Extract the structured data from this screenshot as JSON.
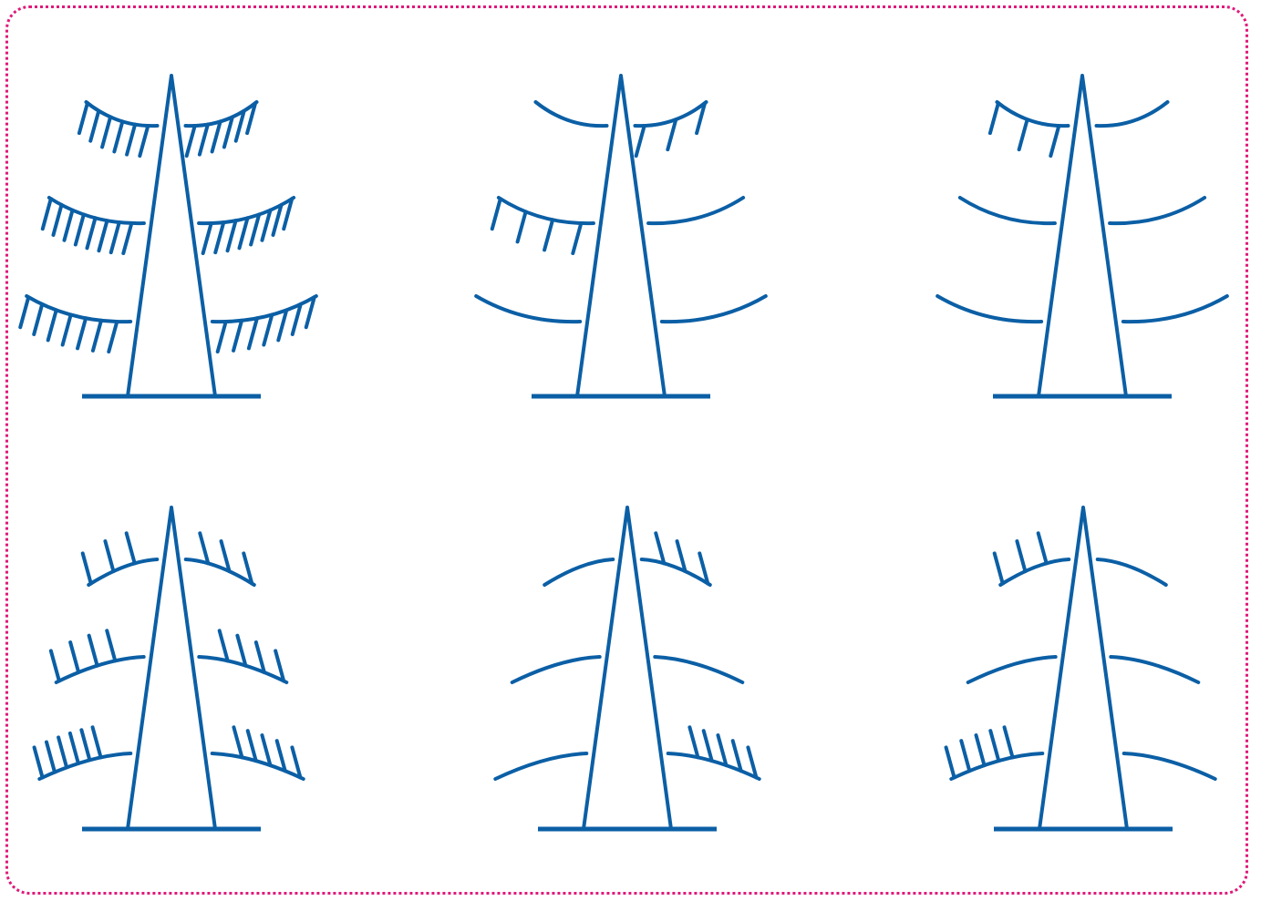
{
  "colors": {
    "stroke": "#0b5fa5",
    "border": "#e0197a",
    "background": "#ffffff"
  },
  "trees": [
    {
      "id": "tree-1",
      "shape": "drooping",
      "branches": [
        {
          "side": "left",
          "level": 1,
          "ticks": 6
        },
        {
          "side": "right",
          "level": 1,
          "ticks": 6
        },
        {
          "side": "left",
          "level": 2,
          "ticks": 8
        },
        {
          "side": "right",
          "level": 2,
          "ticks": 8
        },
        {
          "side": "left",
          "level": 3,
          "ticks": 7
        },
        {
          "side": "right",
          "level": 3,
          "ticks": 7
        }
      ]
    },
    {
      "id": "tree-2",
      "shape": "drooping",
      "branches": [
        {
          "side": "left",
          "level": 1,
          "ticks": 0
        },
        {
          "side": "right",
          "level": 1,
          "ticks": 3
        },
        {
          "side": "left",
          "level": 2,
          "ticks": 4
        },
        {
          "side": "right",
          "level": 2,
          "ticks": 0
        },
        {
          "side": "left",
          "level": 3,
          "ticks": 0
        },
        {
          "side": "right",
          "level": 3,
          "ticks": 0
        }
      ]
    },
    {
      "id": "tree-3",
      "shape": "drooping",
      "branches": [
        {
          "side": "left",
          "level": 1,
          "ticks": 3
        },
        {
          "side": "right",
          "level": 1,
          "ticks": 0
        },
        {
          "side": "left",
          "level": 2,
          "ticks": 0
        },
        {
          "side": "right",
          "level": 2,
          "ticks": 0
        },
        {
          "side": "left",
          "level": 3,
          "ticks": 0
        },
        {
          "side": "right",
          "level": 3,
          "ticks": 0
        }
      ]
    },
    {
      "id": "tree-4",
      "shape": "cupped",
      "branches": [
        {
          "side": "left",
          "level": 1,
          "ticks": 3
        },
        {
          "side": "right",
          "level": 1,
          "ticks": 3
        },
        {
          "side": "left",
          "level": 2,
          "ticks": 4
        },
        {
          "side": "right",
          "level": 2,
          "ticks": 4
        },
        {
          "side": "left",
          "level": 3,
          "ticks": 6
        },
        {
          "side": "right",
          "level": 3,
          "ticks": 5
        }
      ]
    },
    {
      "id": "tree-5",
      "shape": "cupped",
      "branches": [
        {
          "side": "left",
          "level": 1,
          "ticks": 0
        },
        {
          "side": "right",
          "level": 1,
          "ticks": 3
        },
        {
          "side": "left",
          "level": 2,
          "ticks": 0
        },
        {
          "side": "right",
          "level": 2,
          "ticks": 0
        },
        {
          "side": "left",
          "level": 3,
          "ticks": 0
        },
        {
          "side": "right",
          "level": 3,
          "ticks": 5
        }
      ]
    },
    {
      "id": "tree-6",
      "shape": "cupped",
      "branches": [
        {
          "side": "left",
          "level": 1,
          "ticks": 3
        },
        {
          "side": "right",
          "level": 1,
          "ticks": 0
        },
        {
          "side": "left",
          "level": 2,
          "ticks": 0
        },
        {
          "side": "right",
          "level": 2,
          "ticks": 0
        },
        {
          "side": "left",
          "level": 3,
          "ticks": 5
        },
        {
          "side": "right",
          "level": 3,
          "ticks": 0
        }
      ]
    }
  ]
}
